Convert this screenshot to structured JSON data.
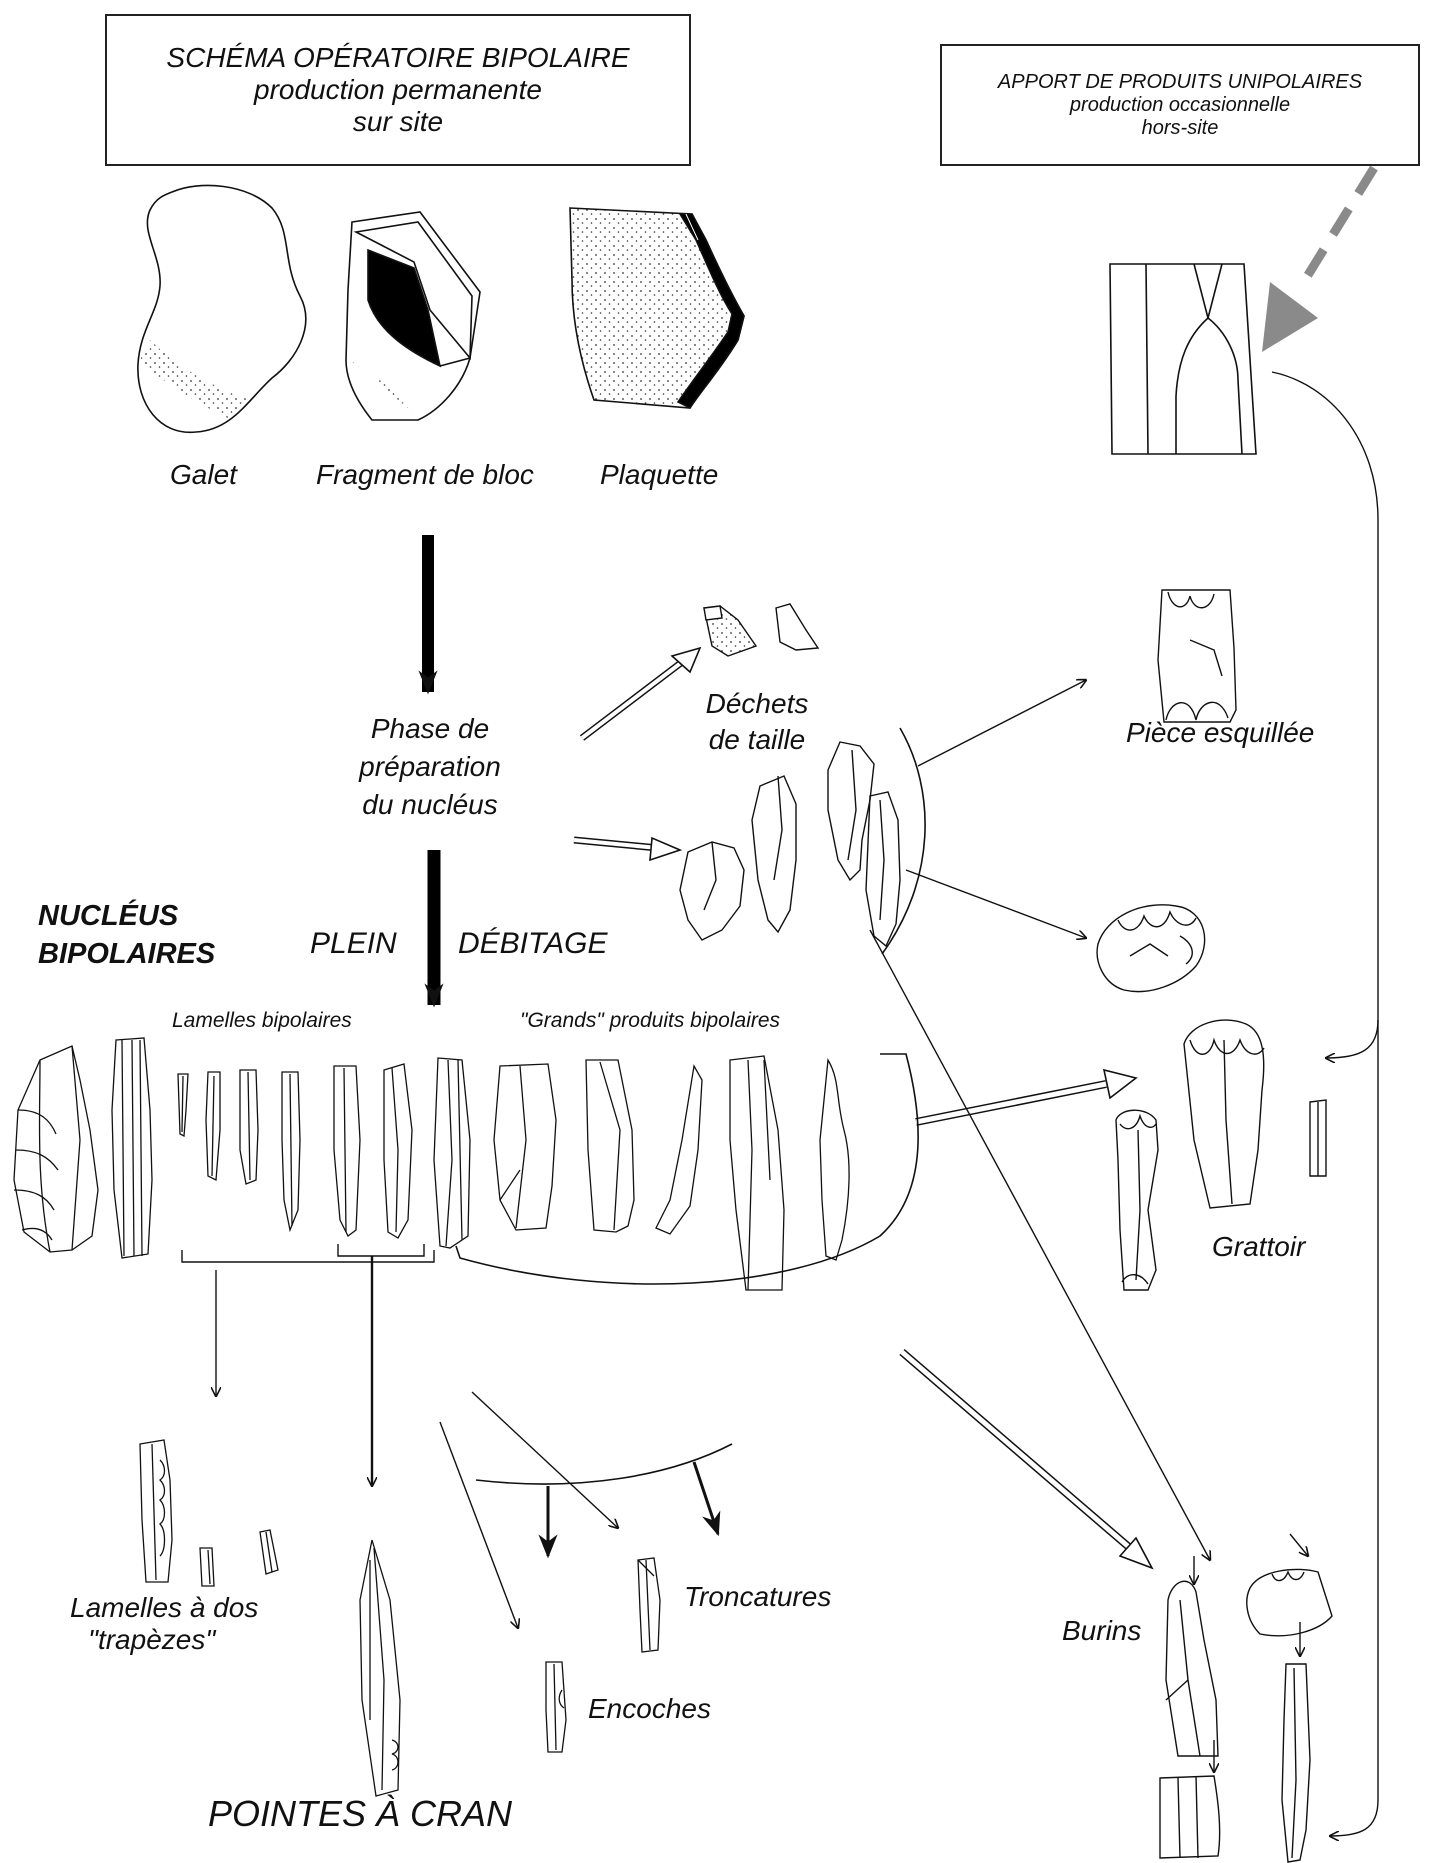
{
  "box_bipolaire": {
    "line1": "SCHÉMA OPÉRATOIRE BIPOLAIRE",
    "line2": "production permanente",
    "line3": "sur site"
  },
  "box_unipolaire": {
    "line1": "APPORT DE PRODUITS UNIPOLAIRES",
    "line2": "production occasionnelle",
    "line3": "hors-site"
  },
  "raw_materials": {
    "galet": "Galet",
    "fragment": "Fragment de bloc",
    "plaquette": "Plaquette"
  },
  "phase": {
    "line1": "Phase de",
    "line2": "préparation",
    "line3": "du nucléus"
  },
  "dechets": {
    "line1": "Déchets",
    "line2": "de taille"
  },
  "nucleus": {
    "line1": "NUCLÉUS",
    "line2": "BIPOLAIRES"
  },
  "plein": "PLEIN",
  "debitage": "DÉBITAGE",
  "lamelles_bipolaires": "Lamelles bipolaires",
  "grands_produits": "\"Grands\" produits bipolaires",
  "tools": {
    "piece_esquillee": "Pièce esquillée",
    "grattoir": "Grattoir",
    "burins": "Burins",
    "troncatures": "Troncatures",
    "encoches": "Encoches",
    "lamelles_dos_1": "Lamelles à dos",
    "lamelles_dos_2": "\"trapèzes\"",
    "pointes": "POINTES À CRAN"
  },
  "colors": {
    "ink": "#111111",
    "import_arrow": "#8a8a8a"
  }
}
